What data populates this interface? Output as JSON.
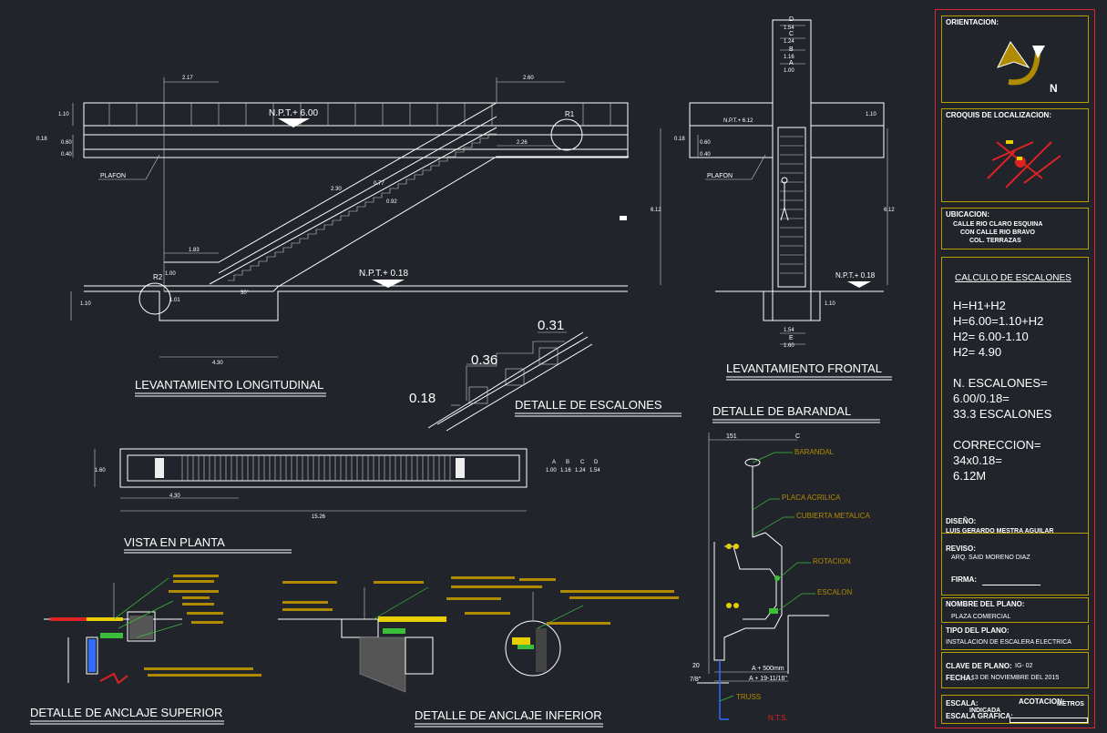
{
  "drawing": {
    "long_title": "LEVANTAMIENTO LONGITUDINAL",
    "front_title": "LEVANTAMIENTO FRONTAL",
    "steps_title": "DETALLE DE ESCALONES",
    "railing_title": "DETALLE DE BARANDAL",
    "plan_title": "VISTA EN PLANTA",
    "anchor_top_title": "DETALLE DE ANCLAJE SUPERIOR",
    "anchor_bottom_title": "DETALLE DE ANCLAJE INFERIOR",
    "npt_top": "N.P.T.+ 6.00",
    "npt_bottom": "N.P.T.+ 0.18",
    "npt_front_top": "N.P.T.+ 6.12",
    "npt_front_bottom": "N.P.T.+ 0.18",
    "plafon": "PLAFON",
    "r1": "R1",
    "r2": "R2",
    "angle": "30°",
    "dims_long": {
      "d217": "2.17",
      "d260": "2.60",
      "d226": "2.26",
      "d230": "2.30",
      "d077": "0.77",
      "d092": "0.92",
      "d183": "1.83",
      "d100": "1.00",
      "d101": "1.01",
      "d430": "4.30",
      "d110a": "1.10",
      "d018": "0.18",
      "d060": "0.60",
      "d040": "0.40",
      "d110b": "1.10",
      "d612": "6.12"
    },
    "dims_front": {
      "d": "D",
      "d154": "1.54",
      "c": "C",
      "c124": "1.24",
      "b": "B",
      "b116": "1.16",
      "a": "A",
      "a100": "1.00",
      "e": "E",
      "e154": "1.54",
      "e160": "1.60",
      "d612": "6.12",
      "d110a": "1.10",
      "d110b": "1.10",
      "d018": "0.18",
      "d060": "0.60",
      "d040": "0.40"
    },
    "steps": {
      "d031": "0.31",
      "d036": "0.36",
      "d018": "0.18"
    },
    "plan": {
      "d160": "1.60",
      "d430": "4.30",
      "d1526": "15.26",
      "a": "A",
      "b": "B",
      "c": "C",
      "d": "D",
      "v100": "1.00",
      "v116": "1.16",
      "v124": "1.24",
      "v154": "1.54"
    },
    "railing": {
      "d151": "151",
      "c": "C",
      "barandal": "BARANDAL",
      "placa": "PLACA ACRILICA",
      "cubierta": "CUBIERTA METALICA",
      "rotacion": "ROTACION",
      "escalon": "ESCALON",
      "a500": "A + 500mm",
      "a1911": "A + 19-11/16\"",
      "d20": "20",
      "d78": "7/8\"",
      "truss": "TRUSS",
      "nts": "N.T.S."
    }
  },
  "title_block": {
    "orientation": "ORIENTACION:",
    "north": "N",
    "croquis": "CROQUIS DE LOCALIZACION:",
    "ubicacion": "UBICACION:",
    "ubicacion_l1": "CALLE RIO CLARO ESQUINA",
    "ubicacion_l2": "CON CALLE RIO BRAVO",
    "ubicacion_l3": "COL. TERRAZAS",
    "calc_title": "CALCULO DE ESCALONES",
    "calc_lines": [
      "H=H1+H2",
      "H=6.00=1.10+H2",
      "H2= 6.00-1.10",
      "H2= 4.90",
      "",
      "N. ESCALONES=",
      "6.00/0.18=",
      "33.3 ESCALONES",
      "",
      "CORRECCION=",
      "34x0.18=",
      "6.12M"
    ],
    "diseno": "DISEÑO:",
    "diseno_name": "LUIS GERARDO MESTRA AGUILAR",
    "reviso": "REVISO:",
    "reviso_name": "ARQ. SAID MORENO DIAZ",
    "firma": "FIRMA:",
    "nombre_plano": "NOMBRE DEL PLANO:",
    "nombre_plano_val": "PLAZA COMERCIAL",
    "tipo_plano": "TIPO DEL PLANO:",
    "tipo_plano_val": "INSTALACION DE ESCALERA ELECTRICA",
    "clave": "CLAVE DE PLANO:",
    "clave_val": "IG- 02",
    "fecha": "FECHA:",
    "fecha_val": "13 DE NOVIEMBRE DEL 2015",
    "escala": "ESCALA:",
    "escala_val": "INDICADA",
    "acotacion": "ACOTACION:",
    "acotacion_val": "METROS",
    "escala_grafica": "ESCALA GRAFICA:"
  },
  "colors": {
    "background": "#21252b",
    "frame": "#dd2233",
    "title_border": "#b8a000",
    "leader": "#3bbf3b",
    "note": "#b08a00"
  }
}
